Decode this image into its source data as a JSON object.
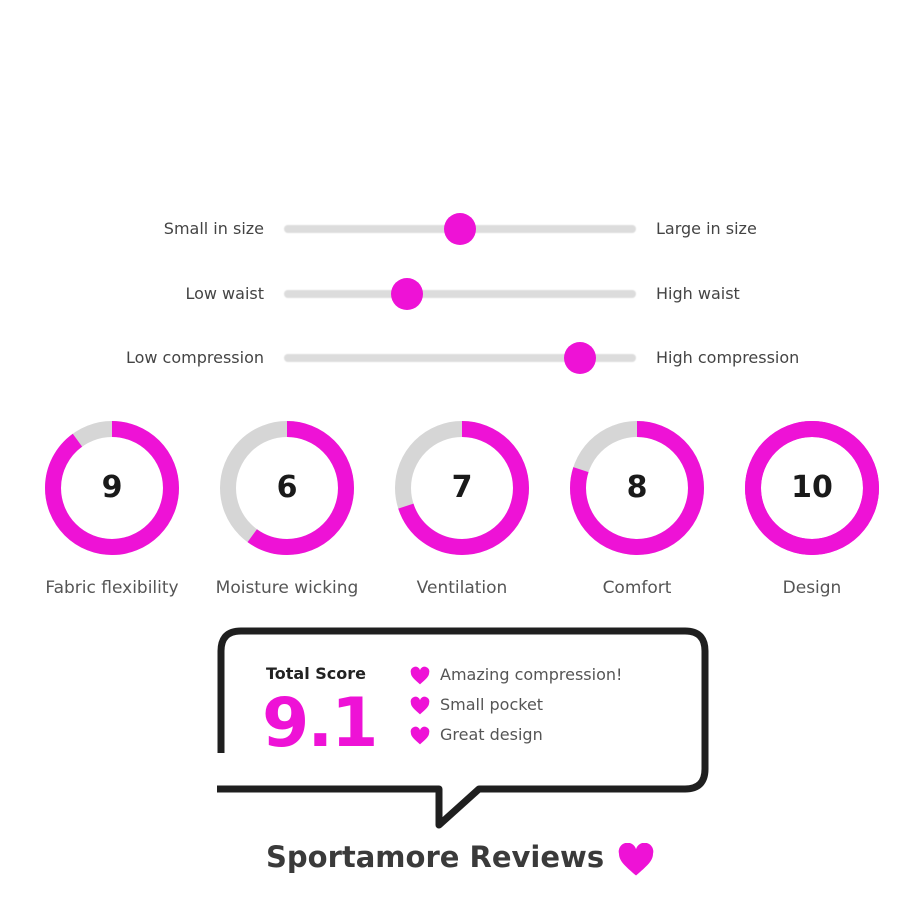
{
  "sliders": [
    {
      "left_label": "Small in size",
      "right_label": "Large in size",
      "value": 0.5
    },
    {
      "left_label": "Low waist",
      "right_label": "High waist",
      "value": 0.35
    },
    {
      "left_label": "Low compression",
      "right_label": "High compression",
      "value": 0.84
    }
  ],
  "ratings": [
    {
      "label": "Fabric flexibility",
      "value": "9",
      "score": 9
    },
    {
      "label": "Moisture wicking",
      "value": "6",
      "score": 6
    },
    {
      "label": "Ventilation",
      "value": "7",
      "score": 7
    },
    {
      "label": "Comfort",
      "value": "8",
      "score": 8
    },
    {
      "label": "Design",
      "value": "10",
      "score": 10
    }
  ],
  "rating_max": 10,
  "summary": {
    "title": "Total Score",
    "score": "9.1",
    "highlights": [
      "Amazing compression!",
      "Small pocket",
      "Great design"
    ]
  },
  "brand": {
    "name": "Sportamore Reviews"
  },
  "colors": {
    "accent": "#ee12d6",
    "track": "#d6d6d6",
    "text": "#333333"
  },
  "icons": {
    "bullet": "heart-icon",
    "brand": "heart-icon"
  }
}
